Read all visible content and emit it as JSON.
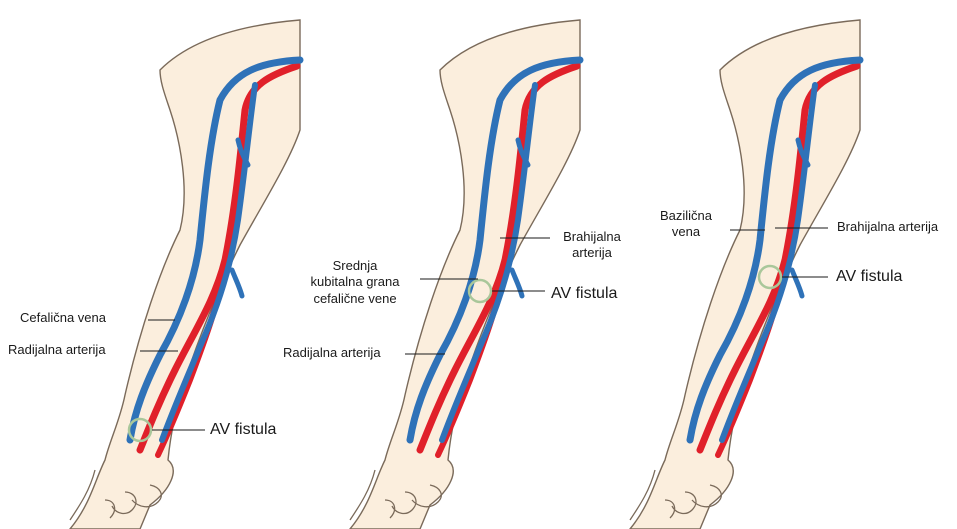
{
  "colors": {
    "artery": "#e0202a",
    "vein": "#2f72b8",
    "vein_outline": "#1d4f8a",
    "skin": "#fbeedd",
    "skin_outline": "#7a6a5a",
    "fistula_ring": "#a9c79a"
  },
  "panel1": {
    "vein_label": "Cefalična vena",
    "artery_label": "Radijalna arterija",
    "fistula_label": "AV fistula"
  },
  "panel2": {
    "branch_label_1": "Srednja",
    "branch_label_2": "kubitalna grana",
    "branch_label_3": "cefalične vene",
    "artery_label_1": "Brahijalna",
    "artery_label_2": "arterija",
    "fistula_label": "AV fistula",
    "radial_label": "Radijalna arterija"
  },
  "panel3": {
    "vein_label_1": "Bazilična",
    "vein_label_2": "vena",
    "artery_label": "Brahijalna arterija",
    "fistula_label": "AV fistula"
  }
}
